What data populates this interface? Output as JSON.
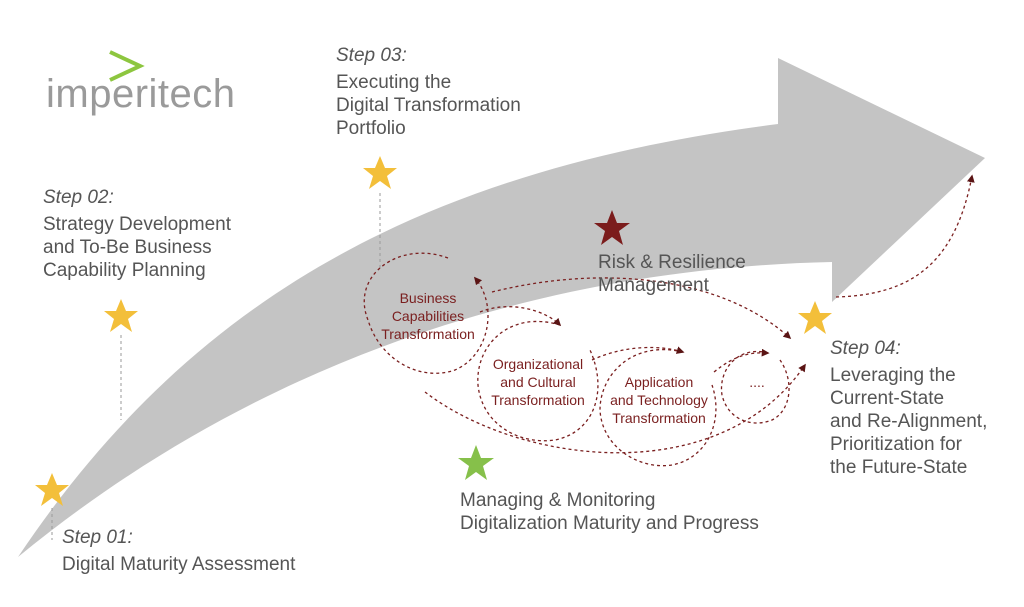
{
  "brand": {
    "name": "imperitech",
    "accent": "#8dc63f"
  },
  "colors": {
    "arrow": "#c4c4c4",
    "star_step": "#f3bf3a",
    "star_risk": "#7b1c1c",
    "star_manage": "#86c04a",
    "cycle": "#7a1f1f"
  },
  "steps": [
    {
      "num": "Step 01:",
      "lines": [
        "Digital Maturity Assessment"
      ]
    },
    {
      "num": "Step 02:",
      "lines": [
        "Strategy Development",
        "and To-Be Business",
        "Capability Planning"
      ]
    },
    {
      "num": "Step 03:",
      "lines": [
        "Executing the",
        "Digital Transformation",
        "Portfolio"
      ]
    },
    {
      "num": "Step 04:",
      "lines": [
        "Leveraging the",
        "Current-State",
        "and Re-Alignment,",
        "Prioritization for",
        "the Future-State"
      ]
    }
  ],
  "cycles": [
    {
      "lines": [
        "Business",
        "Capabilities",
        "Transformation"
      ]
    },
    {
      "lines": [
        "Organizational",
        "and Cultural",
        "Transformation"
      ]
    },
    {
      "lines": [
        "Application",
        "and Technology",
        "Transformation"
      ]
    },
    {
      "lines": [
        "...."
      ]
    }
  ],
  "risk": {
    "lines": [
      "Risk & Resilience",
      "Management"
    ]
  },
  "manage": {
    "lines": [
      "Managing & Monitoring",
      "Digitalization Maturity and Progress"
    ]
  }
}
